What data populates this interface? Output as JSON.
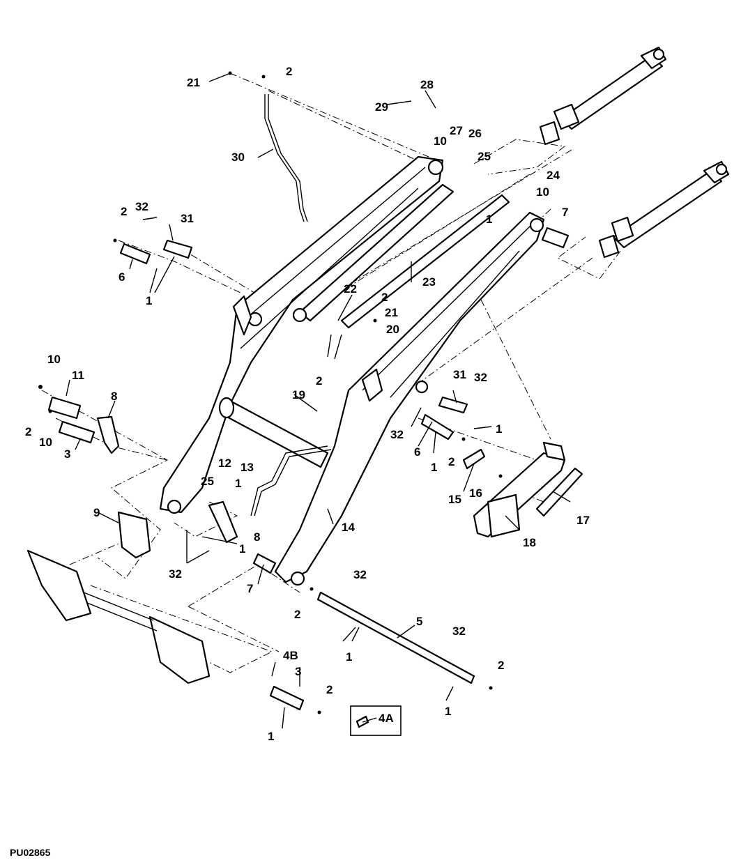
{
  "figure_id": "PU02865",
  "inset_label": "4A",
  "labels": {
    "l1": "1",
    "l2": "2",
    "l3": "3",
    "l4b": "4B",
    "l5": "5",
    "l6": "6",
    "l7": "7",
    "l8": "8",
    "l9": "9",
    "l10": "10",
    "l11": "11",
    "l12": "12",
    "l13": "13",
    "l14": "14",
    "l15": "15",
    "l16": "16",
    "l17": "17",
    "l18": "18",
    "l19": "19",
    "l20": "20",
    "l21": "21",
    "l22": "22",
    "l23": "23",
    "l24": "24",
    "l25": "25",
    "l26": "26",
    "l27": "27",
    "l28": "28",
    "l29": "29",
    "l30": "30",
    "l31": "31",
    "l32": "32"
  }
}
